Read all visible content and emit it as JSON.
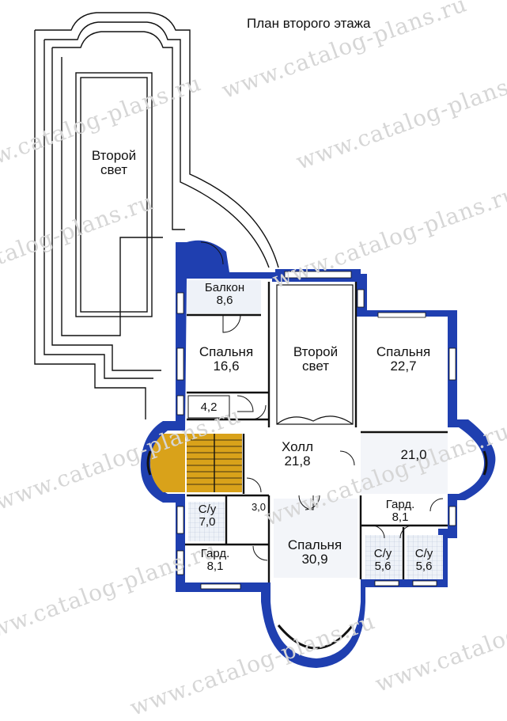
{
  "title": "План второго этажа",
  "watermark": "www.catalog-plans.ru",
  "colors": {
    "wall": "#1f3fb0",
    "floor_tile": "#e8eef6",
    "stair": "#d9a21a",
    "line": "#111111"
  },
  "rooms": [
    {
      "id": "second-light-large",
      "name": "Второй",
      "name2": "свет",
      "area": ""
    },
    {
      "id": "balcony",
      "name": "Балкон",
      "area": "8,6"
    },
    {
      "id": "bedroom-left",
      "name": "Спальня",
      "area": "16,6"
    },
    {
      "id": "second-light-center",
      "name": "Второй",
      "name2": "свет",
      "area": ""
    },
    {
      "id": "bedroom-right",
      "name": "Спальня",
      "area": "22,7"
    },
    {
      "id": "storage",
      "name": "",
      "area": "4,2"
    },
    {
      "id": "hall",
      "name": "Холл",
      "area": "21,8"
    },
    {
      "id": "lounge",
      "name": "",
      "area": "21,0"
    },
    {
      "id": "bath-left",
      "name": "С/у",
      "area": "7,0"
    },
    {
      "id": "closet-small",
      "name": "",
      "area": "3,0"
    },
    {
      "id": "wardrobe-right",
      "name": "Гард.",
      "area": "8,1"
    },
    {
      "id": "wardrobe-left",
      "name": "Гард.",
      "area": "8,1"
    },
    {
      "id": "bedroom-master",
      "name": "Спальня",
      "area": "30,9"
    },
    {
      "id": "bath-right-1",
      "name": "С/у",
      "area": "5,6"
    },
    {
      "id": "bath-right-2",
      "name": "С/у",
      "area": "5,6"
    }
  ]
}
